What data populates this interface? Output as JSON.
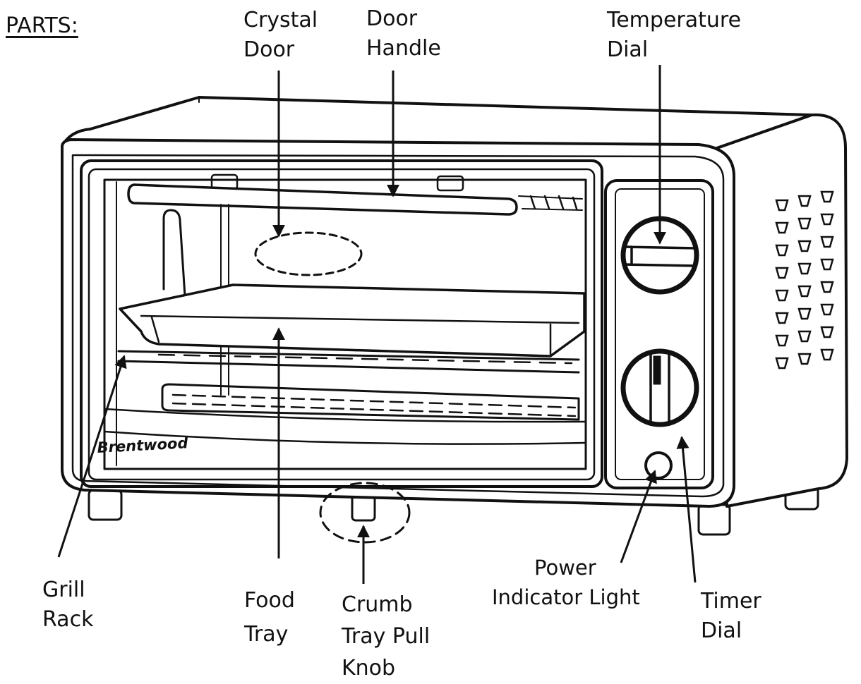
{
  "heading": "PARTS:",
  "brand": "Brentwood",
  "labels": {
    "crystal_door": [
      "Crystal",
      "Door"
    ],
    "door_handle": [
      "Door",
      "Handle"
    ],
    "temperature_dial": [
      "Temperature",
      "Dial"
    ],
    "grill_rack": [
      "Grill",
      "Rack"
    ],
    "food_tray": [
      "Food",
      "Tray"
    ],
    "crumb_tray_pull_knob": [
      "Crumb",
      "Tray Pull",
      "Knob"
    ],
    "power_indicator_light": [
      "Power",
      "Indicator Light"
    ],
    "timer_dial": [
      "Timer",
      "Dial"
    ]
  },
  "colors": {
    "ink": "#111111",
    "background": "#ffffff"
  }
}
